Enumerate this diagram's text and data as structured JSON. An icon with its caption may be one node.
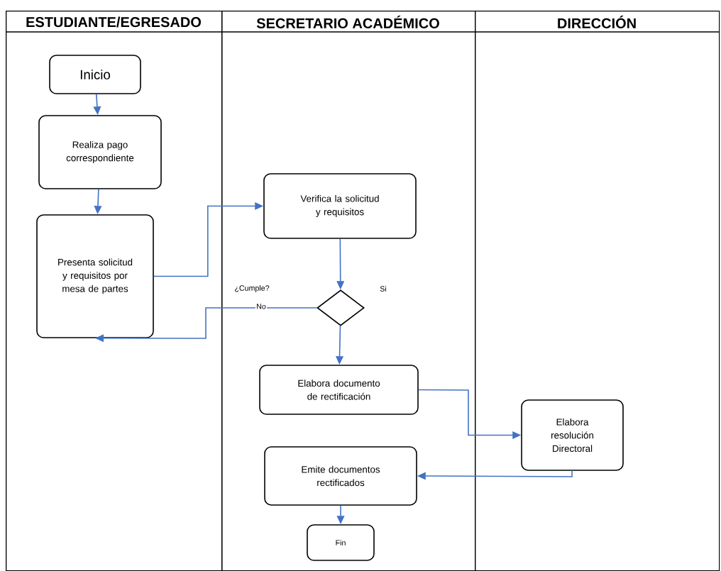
{
  "diagram": {
    "nodes": [
      {
        "text": [
          "ESTUDIANTE/EGRESADO"
        ]
      },
      {
        "text": [
          "SECRETARIO ACADÉMICO"
        ]
      },
      {
        "text": [
          "DIRECCIÓN"
        ]
      },
      {
        "text": [
          "Inicio"
        ],
        "in": 0
      },
      {
        "text": [
          "Realiza pago correspondiente"
        ],
        "in": 0
      },
      {
        "text": [
          "Presenta solicitud y requisitos por mesa de partes"
        ],
        "in": 0
      },
      {
        "text": [
          "Verifica la solicitud y requisitos"
        ],
        "in": 1
      },
      {
        "text": [],
        "shape": "diamond",
        "in": 1
      },
      {
        "text": [
          "Elabora documento de rectificación"
        ],
        "in": 1
      },
      {
        "text": [
          "Elabora resolución Directoral"
        ],
        "in": 2
      },
      {
        "text": [
          "Emite documentos rectificados"
        ],
        "in": 1
      },
      {
        "text": [
          "Fin"
        ],
        "in": 1
      }
    ],
    "edges": [
      {
        "from": 3,
        "to": 4,
        "arrow": "to"
      },
      {
        "from": 4,
        "to": 5,
        "arrow": "to"
      },
      {
        "from": 5,
        "to": 6,
        "arrow": "to"
      },
      {
        "from": 6,
        "to": 7,
        "arrow": "to"
      },
      {
        "from": 7,
        "to": 5,
        "arrow": "to",
        "label": "No"
      },
      {
        "from": 7,
        "to": 8,
        "arrow": "to"
      },
      {
        "from": 8,
        "to": 9,
        "arrow": "to"
      },
      {
        "from": 9,
        "to": 10,
        "arrow": "to"
      },
      {
        "from": 10,
        "to": 11,
        "arrow": "to"
      }
    ],
    "labels": [
      "¿Cumple?",
      "Si"
    ]
  }
}
